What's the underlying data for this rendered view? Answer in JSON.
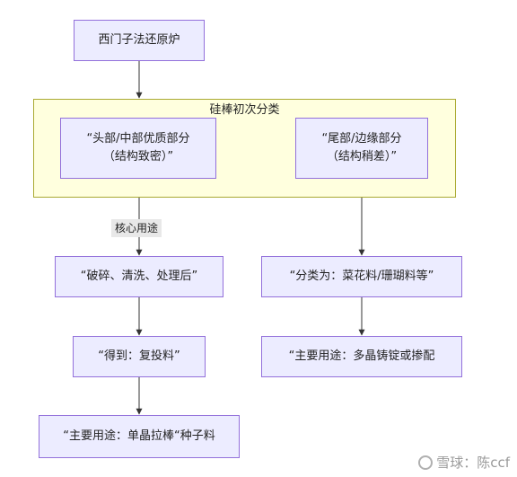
{
  "nodes": {
    "start": "西门子法还原炉",
    "head_line1": "“头部/中部优质部分",
    "head_line2": "（结构致密）”",
    "tail_line1": "“尾部/边缘部分",
    "tail_line2": "（结构稍差）”",
    "process": "“破碎、清洗、处理后”",
    "recycle": "“得到：复投料”",
    "seed_use": "“主要用途：单晶拉棒“种子料",
    "classify": "“分类为：菜花料/珊瑚料等”",
    "cast_use": "“主要用途：多晶铸锭或掺配"
  },
  "group": {
    "title": "硅棒初次分类"
  },
  "edge_labels": {
    "core_use": "核心用途"
  },
  "watermark": {
    "text": "雪球：陈ccf"
  }
}
